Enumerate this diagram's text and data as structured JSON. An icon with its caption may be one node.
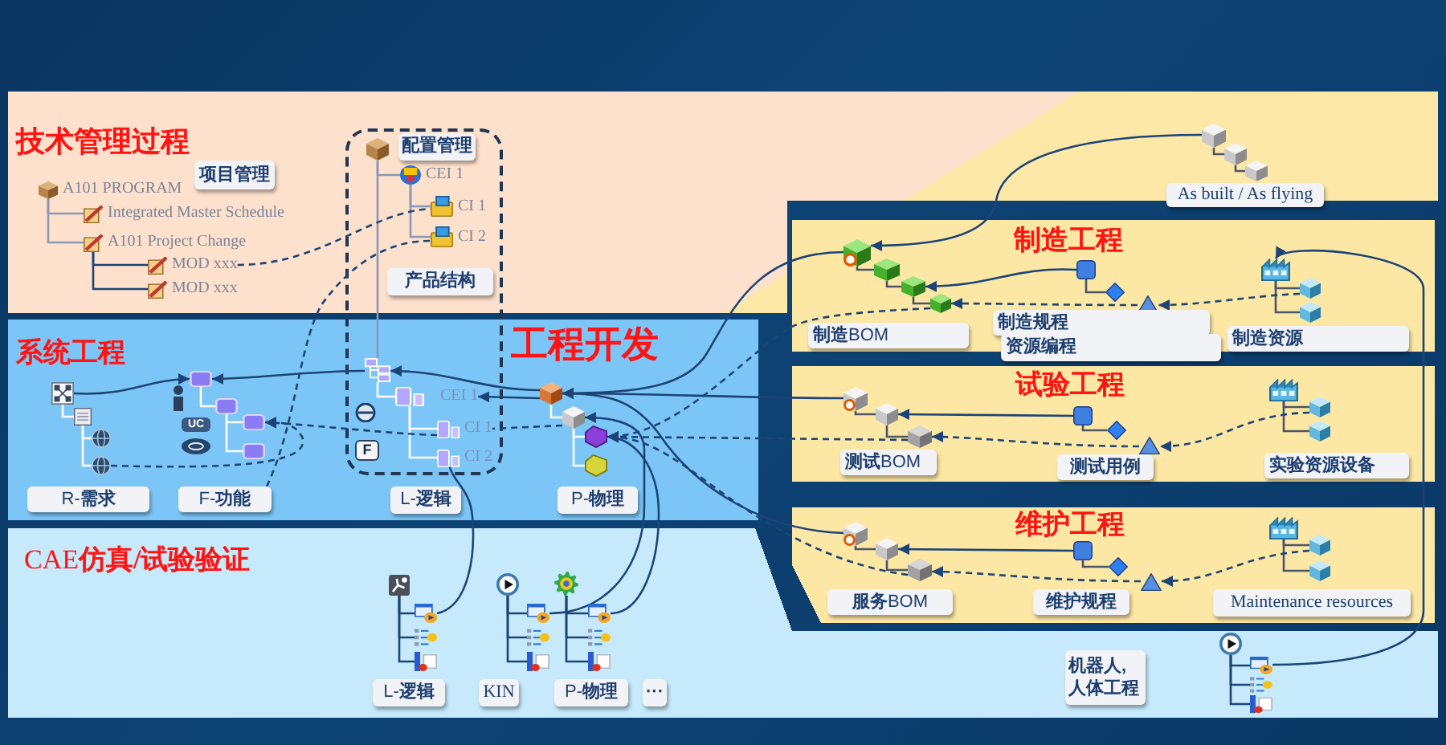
{
  "diagram": {
    "nodes": [
      {
        "text": [
          "技术管理过程"
        ]
      },
      {
        "text": [
          "项目管理"
        ],
        "in": 0
      },
      {
        "text": [
          "A101 PROGRAM"
        ],
        "in": 0
      },
      {
        "text": [
          "Integrated Master Schedule"
        ],
        "in": 0
      },
      {
        "text": [
          "A101 Project Change"
        ],
        "in": 0
      },
      {
        "text": [
          "MOD xxx"
        ],
        "in": 0
      },
      {
        "text": [
          "MOD xxx"
        ],
        "in": 0
      },
      {
        "text": [],
        "shape": "picture",
        "in": 0
      },
      {
        "text": [
          "配置管理"
        ],
        "in": 0
      },
      {
        "text": [
          "CEI 1"
        ],
        "in": 0
      },
      {
        "text": [
          "CI 1"
        ],
        "in": 0
      },
      {
        "text": [
          "CI 2"
        ],
        "in": 0
      },
      {
        "text": [
          "产品结构"
        ],
        "in": 0
      },
      {
        "text": [
          "系统工程",
          "工程开发"
        ]
      },
      {
        "text": [],
        "shape": "picture",
        "in": 13
      },
      {
        "text": [],
        "shape": "picture",
        "in": 13
      },
      {
        "text": [],
        "shape": "picture",
        "in": 13
      },
      {
        "text": [],
        "shape": "picture",
        "in": 13
      },
      {
        "text": [],
        "shape": "box",
        "in": 13
      },
      {
        "text": [],
        "shape": "box",
        "in": 13
      },
      {
        "text": [],
        "shape": "box",
        "in": 13
      },
      {
        "text": [],
        "shape": "box",
        "in": 13
      },
      {
        "text": [
          "UC"
        ],
        "in": 13
      },
      {
        "text": [],
        "shape": "picture",
        "in": 13
      },
      {
        "text": [
          "CEI 1"
        ],
        "in": 13
      },
      {
        "text": [
          "CI 1"
        ],
        "in": 13
      },
      {
        "text": [
          "CI 2"
        ],
        "in": 13
      },
      {
        "text": [
          "F"
        ],
        "in": 13
      },
      {
        "text": [
          "R-**需求**"
        ],
        "in": 13
      },
      {
        "text": [
          "F-**功能**"
        ],
        "in": 13
      },
      {
        "text": [
          "L-**逻辑**"
        ],
        "in": 13
      },
      {
        "text": [
          "P-**物理**"
        ],
        "in": 13
      },
      {
        "text": [],
        "shape": "picture",
        "in": 13
      },
      {
        "text": [],
        "shape": "picture",
        "in": 13
      },
      {
        "text": [],
        "shape": "picture",
        "in": 13
      },
      {
        "text": [],
        "shape": "picture",
        "in": 13
      },
      {
        "text": [
          "制造工程"
        ]
      },
      {
        "text": [],
        "shape": "picture",
        "in": 36
      },
      {
        "text": [],
        "shape": "picture",
        "in": 36
      },
      {
        "text": [],
        "shape": "picture",
        "in": 36
      },
      {
        "text": [],
        "shape": "picture",
        "in": 36
      },
      {
        "text": [],
        "shape": "box",
        "in": 36
      },
      {
        "text": [],
        "shape": "diamond",
        "in": 36
      },
      {
        "text": [],
        "shape": "triangle",
        "in": 36
      },
      {
        "text": [],
        "shape": "picture",
        "in": 36
      },
      {
        "text": [],
        "shape": "picture",
        "in": 36
      },
      {
        "text": [],
        "shape": "picture",
        "in": 36
      },
      {
        "text": [
          "**制造**BOM"
        ],
        "in": 36
      },
      {
        "text": [
          "制造规程"
        ],
        "in": 36
      },
      {
        "text": [
          "资源编程"
        ]
      },
      {
        "text": [
          "制造资源"
        ],
        "in": 36
      },
      {
        "text": [],
        "shape": "box"
      },
      {
        "text": [],
        "shape": "picture",
        "in": 51
      },
      {
        "text": [],
        "shape": "picture",
        "in": 51
      },
      {
        "text": [],
        "shape": "picture",
        "in": 51
      },
      {
        "text": [
          "As built / As flying"
        ],
        "in": 51
      },
      {
        "text": [
          "试验工程"
        ]
      },
      {
        "text": [],
        "shape": "picture",
        "in": 56
      },
      {
        "text": [],
        "shape": "picture",
        "in": 56
      },
      {
        "text": [],
        "shape": "picture",
        "in": 56
      },
      {
        "text": [],
        "shape": "box",
        "in": 56
      },
      {
        "text": [],
        "shape": "diamond",
        "in": 56
      },
      {
        "text": [],
        "shape": "triangle",
        "in": 56
      },
      {
        "text": [],
        "shape": "picture",
        "in": 56
      },
      {
        "text": [],
        "shape": "picture",
        "in": 56
      },
      {
        "text": [],
        "shape": "picture",
        "in": 56
      },
      {
        "text": [
          "**测试**BOM"
        ],
        "in": 56
      },
      {
        "text": [
          "测试用例"
        ],
        "in": 56
      },
      {
        "text": [
          "实验资源设备"
        ],
        "in": 56
      },
      {
        "text": [
          "维护工程"
        ]
      },
      {
        "text": [],
        "shape": "picture",
        "in": 69
      },
      {
        "text": [],
        "shape": "picture",
        "in": 69
      },
      {
        "text": [],
        "shape": "picture",
        "in": 69
      },
      {
        "text": [],
        "shape": "box",
        "in": 69
      },
      {
        "text": [],
        "shape": "diamond",
        "in": 69
      },
      {
        "text": [],
        "shape": "triangle",
        "in": 69
      },
      {
        "text": [],
        "shape": "picture",
        "in": 69
      },
      {
        "text": [],
        "shape": "picture",
        "in": 69
      },
      {
        "text": [],
        "shape": "picture",
        "in": 69
      },
      {
        "text": [
          "**服务**BOM"
        ],
        "in": 69
      },
      {
        "text": [
          "维护规程"
        ],
        "in": 69
      },
      {
        "text": [
          "Maintenance resources"
        ],
        "in": 69
      },
      {
        "text": [
          "CAE**仿真/试验验证**"
        ]
      },
      {
        "text": [],
        "shape": "picture",
        "in": 82
      },
      {
        "text": [],
        "shape": "picture",
        "in": 82
      },
      {
        "text": [],
        "shape": "picture",
        "in": 82
      },
      {
        "text": [],
        "shape": "picture",
        "in": 82
      },
      {
        "text": [
          "L-**逻辑**"
        ],
        "in": 82
      },
      {
        "text": [],
        "shape": "picture",
        "in": 82
      },
      {
        "text": [],
        "shape": "picture",
        "in": 82
      },
      {
        "text": [],
        "shape": "picture",
        "in": 82
      },
      {
        "text": [],
        "shape": "picture",
        "in": 82
      },
      {
        "text": [
          "KIN"
        ],
        "in": 82
      },
      {
        "text": [],
        "shape": "picture",
        "in": 82
      },
      {
        "text": [],
        "shape": "picture",
        "in": 82
      },
      {
        "text": [],
        "shape": "picture",
        "in": 82
      },
      {
        "text": [],
        "shape": "picture",
        "in": 82
      },
      {
        "text": [
          "P-**物理**"
        ],
        "in": 82
      },
      {
        "text": [
          "···"
        ],
        "in": 82
      },
      {
        "text": [],
        "shape": "box"
      },
      {
        "text": [],
        "shape": "picture",
        "in": 99
      },
      {
        "text": [],
        "shape": "picture",
        "in": 99
      },
      {
        "text": [],
        "shape": "picture",
        "in": 99
      },
      {
        "text": [],
        "shape": "picture",
        "in": 99
      },
      {
        "text": [
          "机器人,人体工程"
        ],
        "in": 99
      }
    ],
    "edges": [
      {
        "from": 2,
        "to": 3,
        "arrow": "none",
        "color": "#8a98b5"
      },
      {
        "from": 2,
        "to": 4,
        "arrow": "none",
        "color": "#8a98b5"
      },
      {
        "from": 4,
        "to": 5,
        "arrow": "none"
      },
      {
        "from": 4,
        "to": 6,
        "arrow": "none"
      },
      {
        "from": 7,
        "to": 9,
        "arrow": "none",
        "color": "#8a98b5"
      },
      {
        "from": 9,
        "to": 10,
        "arrow": "none",
        "color": "#8a98b5"
      },
      {
        "from": 9,
        "to": 11,
        "arrow": "none",
        "color": "#8a98b5"
      },
      {
        "from": 7,
        "to": 23,
        "arrow": "none",
        "color": "#8a98b5"
      },
      {
        "from": 5,
        "to": 10,
        "arrow": "none",
        "style": "dashed"
      },
      {
        "from": 29,
        "to": 11,
        "arrow": "none",
        "style": "dashed"
      },
      {
        "from": 14,
        "to": 15,
        "arrow": "none",
        "color": "#ffffff"
      },
      {
        "from": 15,
        "to": 16,
        "arrow": "none",
        "color": "#ffffff"
      },
      {
        "from": 15,
        "to": 17,
        "arrow": "none",
        "color": "#ffffff"
      },
      {
        "from": 18,
        "to": 19,
        "arrow": "none",
        "color": "#ffffff"
      },
      {
        "from": 19,
        "to": 20,
        "arrow": "none",
        "color": "#ffffff"
      },
      {
        "from": 19,
        "to": 21,
        "arrow": "none",
        "color": "#ffffff"
      },
      {
        "from": 23,
        "to": 24,
        "arrow": "none",
        "color": "#ffffff"
      },
      {
        "from": 24,
        "to": 25,
        "arrow": "none",
        "color": "#ffffff"
      },
      {
        "from": 24,
        "to": 26,
        "arrow": "none",
        "color": "#ffffff"
      },
      {
        "from": 32,
        "to": 33,
        "arrow": "none",
        "color": "#ffffff"
      },
      {
        "from": 33,
        "to": 34,
        "arrow": "none",
        "color": "#ffffff"
      },
      {
        "from": 33,
        "to": 35,
        "arrow": "none",
        "color": "#ffffff"
      },
      {
        "from": 14,
        "to": 18,
        "arrow": "to"
      },
      {
        "from": 23,
        "to": 18,
        "arrow": "to"
      },
      {
        "from": 32,
        "to": 23,
        "arrow": "to"
      },
      {
        "from": 32,
        "to": 24,
        "arrow": "to"
      },
      {
        "from": 17,
        "to": 20,
        "arrow": "to",
        "style": "dashed"
      },
      {
        "from": 25,
        "to": 20,
        "arrow": "to",
        "style": "dashed"
      },
      {
        "from": 33,
        "to": 25,
        "arrow": "none",
        "style": "dashed"
      },
      {
        "from": 37,
        "to": 38,
        "arrow": "none",
        "color": "#4a5566"
      },
      {
        "from": 38,
        "to": 39,
        "arrow": "none",
        "color": "#4a5566"
      },
      {
        "from": 39,
        "to": 40,
        "arrow": "none",
        "color": "#4a5566"
      },
      {
        "from": 41,
        "to": 42,
        "arrow": "none",
        "color": "#4a5566"
      },
      {
        "from": 44,
        "to": 45,
        "arrow": "none",
        "color": "#4a5566"
      },
      {
        "from": 44,
        "to": 46,
        "arrow": "none",
        "color": "#4a5566"
      },
      {
        "from": 41,
        "to": 39,
        "arrow": "to"
      },
      {
        "from": 43,
        "to": 40,
        "arrow": "to",
        "style": "dashed"
      },
      {
        "from": 45,
        "to": 43,
        "arrow": "to",
        "style": "dashed"
      },
      {
        "from": 37,
        "to": 32,
        "arrow": "to"
      },
      {
        "from": 40,
        "to": 34,
        "arrow": "to",
        "style": "dashed"
      },
      {
        "from": 52,
        "to": 53,
        "arrow": "none",
        "color": "#4a5566"
      },
      {
        "from": 53,
        "to": 54,
        "arrow": "none",
        "color": "#4a5566"
      },
      {
        "from": 52,
        "to": 37,
        "arrow": "to"
      },
      {
        "from": 57,
        "to": 58,
        "arrow": "none",
        "color": "#4a5566"
      },
      {
        "from": 58,
        "to": 59,
        "arrow": "none",
        "color": "#4a5566"
      },
      {
        "from": 60,
        "to": 61,
        "arrow": "none",
        "color": "#4a5566"
      },
      {
        "from": 63,
        "to": 64,
        "arrow": "none",
        "color": "#4a5566"
      },
      {
        "from": 63,
        "to": 65,
        "arrow": "none",
        "color": "#4a5566"
      },
      {
        "from": 60,
        "to": 58,
        "arrow": "to"
      },
      {
        "from": 62,
        "to": 59,
        "arrow": "to",
        "style": "dashed"
      },
      {
        "from": 64,
        "to": 62,
        "arrow": "to",
        "style": "dashed"
      },
      {
        "from": 57,
        "to": 32,
        "arrow": "to"
      },
      {
        "from": 59,
        "to": 34,
        "arrow": "to",
        "style": "dashed"
      },
      {
        "from": 70,
        "to": 71,
        "arrow": "none",
        "color": "#4a5566"
      },
      {
        "from": 71,
        "to": 72,
        "arrow": "none",
        "color": "#4a5566"
      },
      {
        "from": 73,
        "to": 74,
        "arrow": "none",
        "color": "#4a5566"
      },
      {
        "from": 76,
        "to": 77,
        "arrow": "none",
        "color": "#4a5566"
      },
      {
        "from": 76,
        "to": 78,
        "arrow": "none",
        "color": "#4a5566"
      },
      {
        "from": 73,
        "to": 71,
        "arrow": "to"
      },
      {
        "from": 75,
        "to": 72,
        "arrow": "to",
        "style": "dashed"
      },
      {
        "from": 77,
        "to": 75,
        "arrow": "to",
        "style": "dashed"
      },
      {
        "from": 70,
        "to": 32,
        "arrow": "to"
      },
      {
        "from": 72,
        "to": 34,
        "arrow": "to",
        "style": "dashed"
      },
      {
        "from": 83,
        "to": 84,
        "arrow": "none"
      },
      {
        "from": 83,
        "to": 85,
        "arrow": "none"
      },
      {
        "from": 83,
        "to": 86,
        "arrow": "none"
      },
      {
        "from": 88,
        "to": 89,
        "arrow": "none"
      },
      {
        "from": 88,
        "to": 90,
        "arrow": "none"
      },
      {
        "from": 88,
        "to": 91,
        "arrow": "none"
      },
      {
        "from": 93,
        "to": 94,
        "arrow": "none"
      },
      {
        "from": 93,
        "to": 95,
        "arrow": "none"
      },
      {
        "from": 93,
        "to": 96,
        "arrow": "none"
      },
      {
        "from": 100,
        "to": 101,
        "arrow": "none"
      },
      {
        "from": 100,
        "to": 102,
        "arrow": "none"
      },
      {
        "from": 100,
        "to": 103,
        "arrow": "none"
      },
      {
        "from": 84,
        "to": 26,
        "arrow": "none"
      },
      {
        "from": 89,
        "to": 33,
        "arrow": "to"
      },
      {
        "from": 94,
        "to": 34,
        "arrow": "to"
      },
      {
        "from": 101,
        "to": 44,
        "arrow": "to"
      }
    ]
  }
}
